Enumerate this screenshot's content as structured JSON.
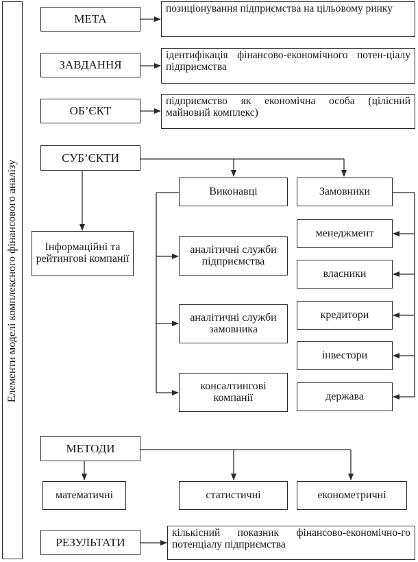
{
  "sidebar": {
    "title": "Елементи моделі комплексного фінансового аналізу"
  },
  "rows": {
    "goal": {
      "label": "МЕТА",
      "text": "позиціонування підприємства на цільовому ринку"
    },
    "task": {
      "label": "ЗАВДАННЯ",
      "text": "ідентифікація фінансово-економічного потен-ціалу підприємства"
    },
    "object": {
      "label": "ОБ’ЄКТ",
      "text": "підприємство як економічна особа (цілісний майновий комплекс)"
    },
    "subjects": {
      "label": "СУБ’ЄКТИ"
    },
    "methods": {
      "label": "МЕТОДИ"
    },
    "results": {
      "label": "РЕЗУЛЬТАТИ",
      "text": "кількісний показник фінансово-економічно-го потенціалу підприємства"
    }
  },
  "subjects": {
    "info": "Інформаційні та рейтингові компанії",
    "executors": {
      "title": "Виконавці",
      "items": [
        "аналітичні служби підприємства",
        "аналітичні служби замовника",
        "консалтингові компанії"
      ]
    },
    "customers": {
      "title": "Замовники",
      "items": [
        "менеджмент",
        "власники",
        "кредитори",
        "інвестори",
        "держава"
      ]
    }
  },
  "methods": {
    "items": [
      "математичні",
      "статистичні",
      "економетричні"
    ]
  }
}
